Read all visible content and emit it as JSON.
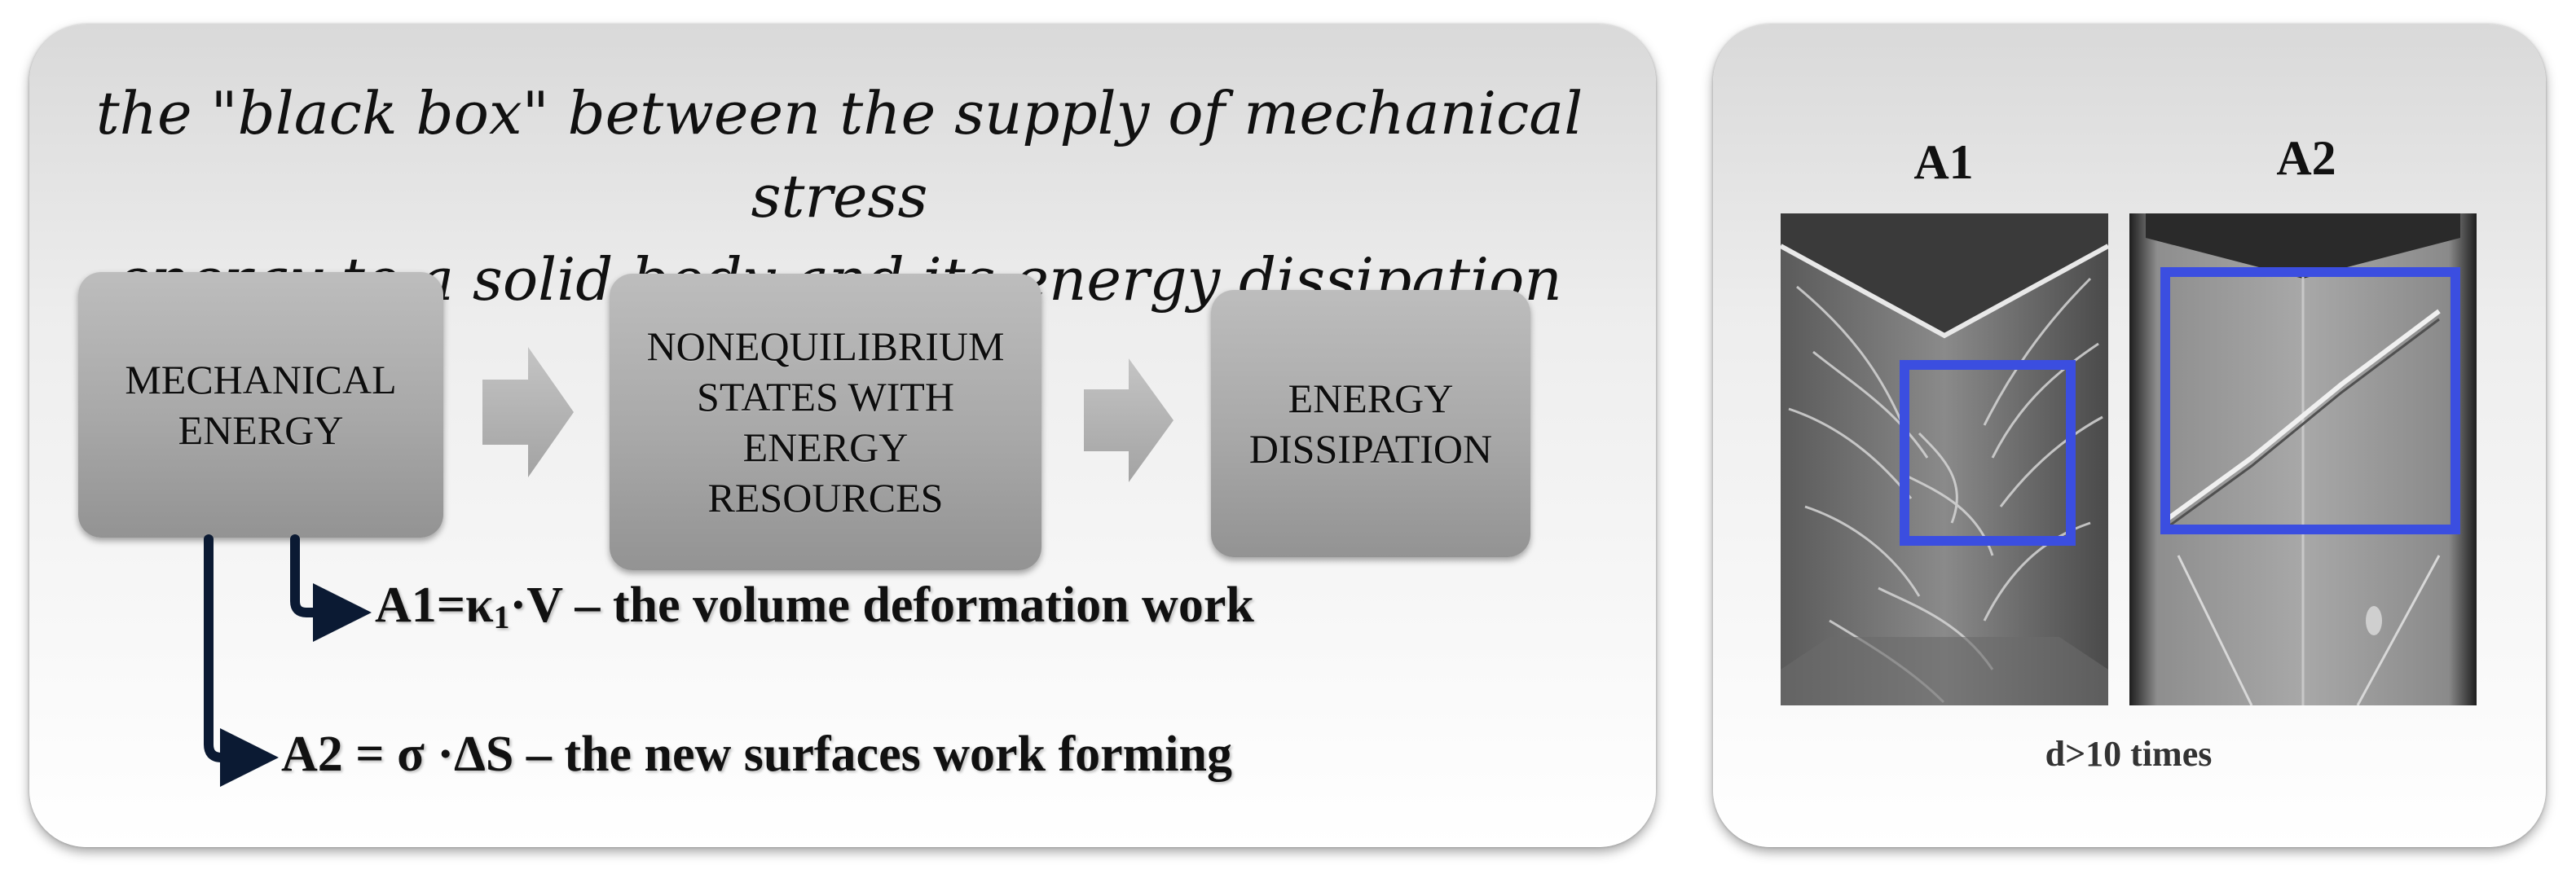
{
  "headline": {
    "line1": "the \"black box\" between the supply of mechanical stress",
    "line2": "energy to a solid body and its energy dissipation"
  },
  "boxes": {
    "mechanical_energy": [
      "MECHANICAL",
      "ENERGY"
    ],
    "nonequilibrium": [
      "NONEQUILIBRIUM",
      "STATES WITH",
      "ENERGY",
      "RESOURCES"
    ],
    "dissipation": [
      "ENERGY",
      "DISSIPATION"
    ]
  },
  "formulas": {
    "a1": {
      "lhs": "A1=κ",
      "subscript": "1",
      "rhs": "·V – the volume deformation work"
    },
    "a2": {
      "text": "A2 = σ ·ΔS – the new surfaces work forming"
    }
  },
  "images": {
    "a1_label": "A1",
    "a2_label": "A2",
    "caption": "d>10 times"
  },
  "colors": {
    "box_gray": "#a8a8a8",
    "connector_navy": "#0b1a33",
    "highlight_blue": "#3b4ee0"
  }
}
